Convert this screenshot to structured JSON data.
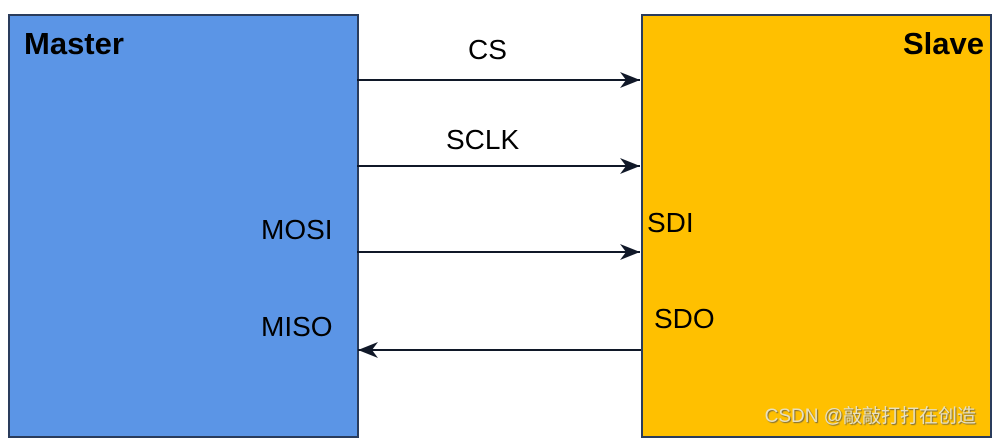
{
  "master": {
    "title": "Master",
    "color": "#5b95e6",
    "pins": {
      "mosi": "MOSI",
      "miso": "MISO"
    }
  },
  "slave": {
    "title": "Slave",
    "color": "#ffc000",
    "pins": {
      "sdi": "SDI",
      "sdo": "SDO"
    }
  },
  "signals": {
    "cs": "CS",
    "sclk": "SCLK"
  },
  "watermark": "CSDN @敲敲打打在创造"
}
